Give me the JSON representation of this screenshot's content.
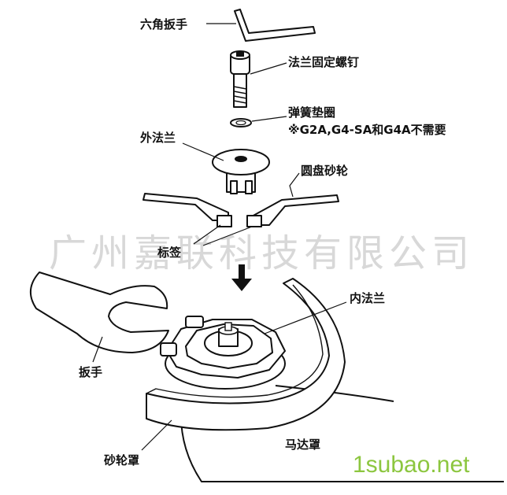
{
  "labels": {
    "hex_key": "六角扳手",
    "flange_bolt": "法兰固定螺钉",
    "spring_washer": "弹簧垫圈",
    "washer_note": "※G2A,G4-SA和G4A不需要",
    "outer_flange": "外法兰",
    "disc": "圆盘砂轮",
    "label_tag": "标签",
    "inner_flange": "内法兰",
    "wrench": "扳手",
    "guard": "砂轮罩",
    "motor_cover": "马达罩"
  },
  "watermark": "广州嘉联科技有限公司",
  "brand": "1subao.net",
  "colors": {
    "line": "#111111",
    "watermark": "#d8d8d8",
    "brand": "#8cc63f"
  }
}
